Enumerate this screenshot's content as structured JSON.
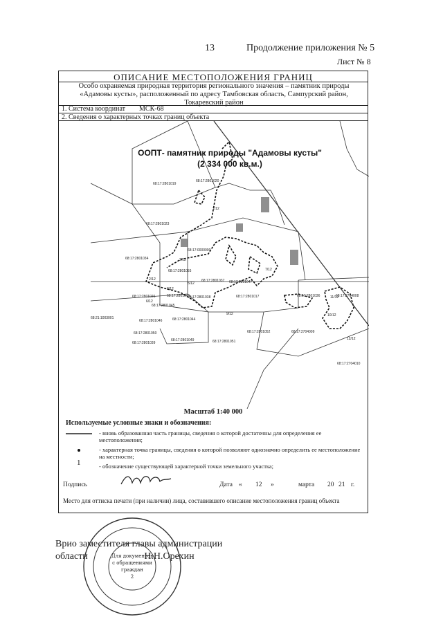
{
  "header": {
    "page_number": "13",
    "continuation": "Продолжение приложения № 5",
    "sheet": "Лист № 8"
  },
  "document": {
    "title": "ОПИСАНИЕ  МЕСТОПОЛОЖЕНИЯ  ГРАНИЦ",
    "intro": "Особо охраняемая природная территория регионального значения – памятник природы «Адамовы кусты», расположенный  по адресу Тамбовская область, Сампурский район, Токаревский район",
    "section1_label": "1. Система  координат",
    "section1_value": "МСК-68",
    "section2_label": "2. Сведения  о характерных  точках  границ  объекта"
  },
  "map": {
    "title_line1": "ООПТ- памятник природы \"Адамовы кусты\"",
    "title_line2": "(2 334 000 кв.м.)",
    "parcel_labels": [
      "68:17:2801019",
      "68:17:2801020",
      "68:17:2801023",
      "68:17:0000000",
      "68:17:2801034",
      "68:17:2801055",
      "68:17:2801047",
      "68:17:2801041",
      "68:17:2801036",
      "68:17:2801017",
      "68:17:2801038",
      "68:17:2801026",
      "68:17:2801045",
      "68:17:2801046",
      "68:21:1003001",
      "68:17:2801050",
      "68:17:2801049",
      "68:17:2801051",
      "68:17:2801052",
      "68:17:2704009",
      "68:17:2704008",
      "68:17:2801039",
      "68:17:2801044",
      "68:17:2801037",
      "68:17:2704010"
    ],
    "point_labels": [
      "1/12",
      "2/12",
      "3/12",
      "5/12",
      "6/12",
      "7/12",
      "8/12",
      "9/12",
      "10/12",
      "11/12",
      "12/12"
    ],
    "scale": "Масштаб 1:40 000"
  },
  "legend": {
    "heading": "Используемые условные знаки и обозначения:",
    "items": [
      "- вновь образованная часть границы, сведения о которой достаточны для определения ее местоположения;",
      "- характерная точка границы, сведения о которой позволяют однозначно определить ее местоположение на местности;",
      "- обозначение существующей характерной точки земельного участка;"
    ],
    "symbol_3": "1"
  },
  "signature": {
    "label": "Подпись",
    "date_label": "Дата",
    "quote_open": "«",
    "day": "12",
    "quote_close": "»",
    "month": "марта",
    "year_prefix": "20",
    "year_suffix": "21",
    "year_unit": "г.",
    "stamp_note": "Место для оттиска печати (при наличии) лица, составившего описание местоположения границ объекта"
  },
  "approval": {
    "position_line1": "Врио заместителя главы администрации",
    "position_line2": "области",
    "name": "Н.Н.Орехин"
  },
  "seal_text": {
    "center_line1": "Для документов",
    "center_line2": "с обращениями",
    "center_line3": "граждан",
    "center_line4": "2"
  }
}
